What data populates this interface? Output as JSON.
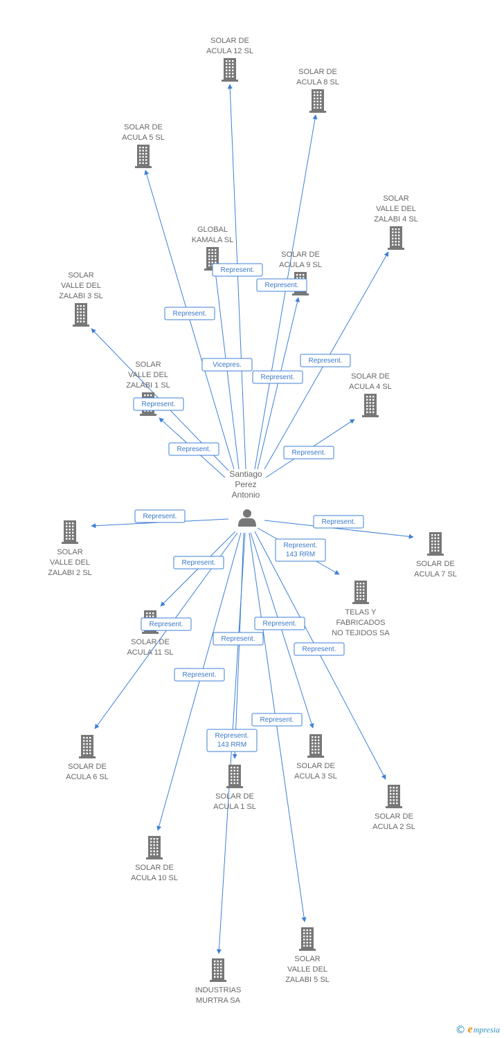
{
  "colors": {
    "edge": "#3d7fd6",
    "icon": "#777777",
    "label": "#666666",
    "edge_label": "#3a78c9"
  },
  "person": {
    "lines": [
      "Santiago",
      "Perez",
      "Antonio"
    ],
    "icon": "person-icon"
  },
  "nodes": [
    {
      "id": "acula12",
      "lines": [
        "SOLAR DE",
        "ACULA 12 SL"
      ],
      "icon": "building-icon"
    },
    {
      "id": "acula8",
      "lines": [
        "SOLAR DE",
        "ACULA 8 SL"
      ],
      "icon": "building-icon"
    },
    {
      "id": "acula5",
      "lines": [
        "SOLAR DE",
        "ACULA 5 SL"
      ],
      "icon": "building-icon"
    },
    {
      "id": "zalabi4",
      "lines": [
        "SOLAR",
        "VALLE DEL",
        "ZALABI 4 SL"
      ],
      "icon": "building-icon"
    },
    {
      "id": "kamala",
      "lines": [
        "GLOBAL",
        "KAMALA SL"
      ],
      "icon": "building-icon"
    },
    {
      "id": "acula9",
      "lines": [
        "SOLAR DE",
        "ACULA 9 SL"
      ],
      "icon": "building-icon"
    },
    {
      "id": "zalabi3",
      "lines": [
        "SOLAR",
        "VALLE DEL",
        "ZALABI 3 SL"
      ],
      "icon": "building-icon"
    },
    {
      "id": "zalabi1",
      "lines": [
        "SOLAR",
        "VALLE DEL",
        "ZALABI 1 SL"
      ],
      "icon": "building-icon"
    },
    {
      "id": "acula4",
      "lines": [
        "SOLAR DE",
        "ACULA 4 SL"
      ],
      "icon": "building-icon"
    },
    {
      "id": "zalabi2",
      "lines": [
        "SOLAR",
        "VALLE DEL",
        "ZALABI 2 SL"
      ],
      "icon": "building-icon"
    },
    {
      "id": "acula7",
      "lines": [
        "SOLAR DE",
        "ACULA 7 SL"
      ],
      "icon": "building-icon"
    },
    {
      "id": "telas",
      "lines": [
        "TELAS Y",
        "FABRICADOS",
        "NO TEJIDOS SA"
      ],
      "icon": "building-icon"
    },
    {
      "id": "acula11",
      "lines": [
        "SOLAR DE",
        "ACULA 11 SL"
      ],
      "icon": "building-icon"
    },
    {
      "id": "acula6",
      "lines": [
        "SOLAR DE",
        "ACULA 6 SL"
      ],
      "icon": "building-icon"
    },
    {
      "id": "acula3",
      "lines": [
        "SOLAR DE",
        "ACULA 3 SL"
      ],
      "icon": "building-icon"
    },
    {
      "id": "acula1",
      "lines": [
        "SOLAR DE",
        "ACULA 1 SL"
      ],
      "icon": "building-icon"
    },
    {
      "id": "acula2",
      "lines": [
        "SOLAR DE",
        "ACULA 2 SL"
      ],
      "icon": "building-icon"
    },
    {
      "id": "acula10",
      "lines": [
        "SOLAR DE",
        "ACULA 10 SL"
      ],
      "icon": "building-icon"
    },
    {
      "id": "zalabi5",
      "lines": [
        "SOLAR",
        "VALLE DEL",
        "ZALABI 5 SL"
      ],
      "icon": "building-icon"
    },
    {
      "id": "murtra",
      "lines": [
        "INDUSTRIAS",
        "MURTRA SA"
      ],
      "icon": "building-icon"
    }
  ],
  "edges": [
    {
      "to": "acula12",
      "label": [
        "Represent."
      ]
    },
    {
      "to": "acula8",
      "label": [
        "Represent."
      ]
    },
    {
      "to": "acula5",
      "label": [
        "Represent."
      ]
    },
    {
      "to": "zalabi4",
      "label": [
        "Represent."
      ]
    },
    {
      "to": "kamala",
      "label": [
        "Vicepres."
      ]
    },
    {
      "to": "acula9",
      "label": [
        "Represent."
      ]
    },
    {
      "to": "zalabi3",
      "label": [
        "Represent."
      ]
    },
    {
      "to": "zalabi1",
      "label": [
        "Represent."
      ]
    },
    {
      "to": "acula4",
      "label": [
        "Represent."
      ]
    },
    {
      "to": "zalabi2",
      "label": [
        "Represent."
      ]
    },
    {
      "to": "acula7",
      "label": [
        "Represent."
      ]
    },
    {
      "to": "telas",
      "label": [
        "Represent.",
        "143 RRM"
      ]
    },
    {
      "to": "acula11",
      "label": [
        "Represent."
      ]
    },
    {
      "to": "acula6",
      "label": [
        "Represent."
      ]
    },
    {
      "to": "acula3",
      "label": [
        "Represent."
      ]
    },
    {
      "to": "acula1",
      "label": [
        "Represent.",
        "143 RRM"
      ]
    },
    {
      "to": "acula2",
      "label": [
        "Represent."
      ]
    },
    {
      "to": "acula10",
      "label": [
        "Represent."
      ]
    },
    {
      "to": "zalabi5",
      "label": [
        "Represent."
      ]
    },
    {
      "to": "murtra",
      "label": [
        "Represent."
      ]
    }
  ],
  "footer": {
    "copyright": "©",
    "brand_e": "e",
    "brand_rest": "mpresia"
  }
}
